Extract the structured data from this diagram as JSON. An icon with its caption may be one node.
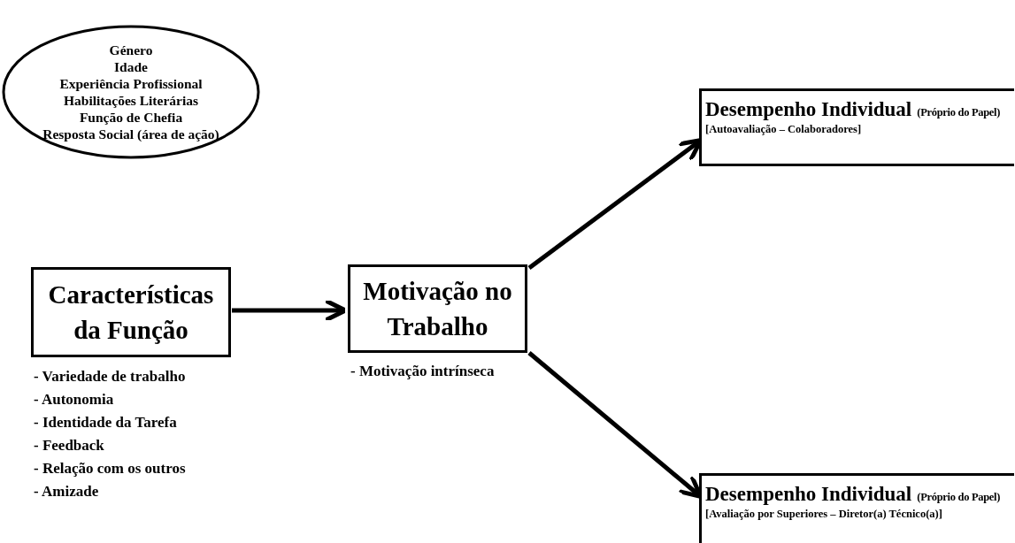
{
  "diagram": {
    "nodes": [
      {
        "text": [
          "Género",
          "Idade",
          "Experiência Profissional",
          "Habilitações Literárias",
          "Função de Chefia",
          "Resposta Social (área de ação)"
        ]
      },
      {
        "text": [
          "Características da Função"
        ],
        "beside": [
          "- Variedade de trabalho",
          "- Autonomia",
          "- Identidade da Tarefa",
          "- Feedback",
          "- Relação com os outros",
          "- Amizade"
        ]
      },
      {
        "text": [
          "Motivação no Trabalho"
        ],
        "beside": [
          "- Motivação intrínseca"
        ]
      },
      {
        "text": [
          "Desempenho Individual",
          "(Próprio do Papel)",
          "[Autoavaliação – Colaboradores]"
        ]
      },
      {
        "text": [
          "Desempenho Individual",
          "(Próprio do Papel)",
          "[Avaliação por Superiores – Diretor(a) Técnico(a)]"
        ]
      }
    ],
    "edges": [
      {
        "from": 1,
        "to": 2,
        "arrow": "to"
      },
      {
        "from": 2,
        "to": 3,
        "arrow": "to"
      },
      {
        "from": 2,
        "to": 4,
        "arrow": "to"
      }
    ]
  }
}
